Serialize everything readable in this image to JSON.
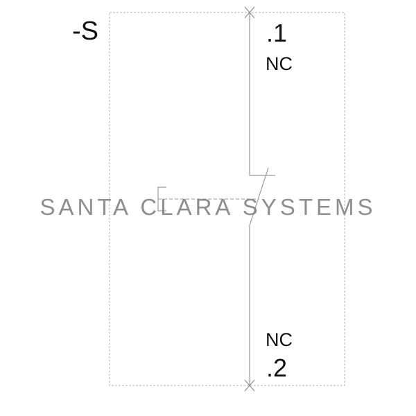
{
  "diagram": {
    "device_tag": "-S",
    "top_terminal": ".1",
    "top_contact_type": "NC",
    "bottom_contact_type": "NC",
    "bottom_terminal": ".2"
  },
  "watermark": {
    "text": "SANTA CLARA SYSTEMS"
  },
  "colors": {
    "line": "#9a9a9a",
    "text": "#111111",
    "watermark": "#7f7f7f"
  }
}
